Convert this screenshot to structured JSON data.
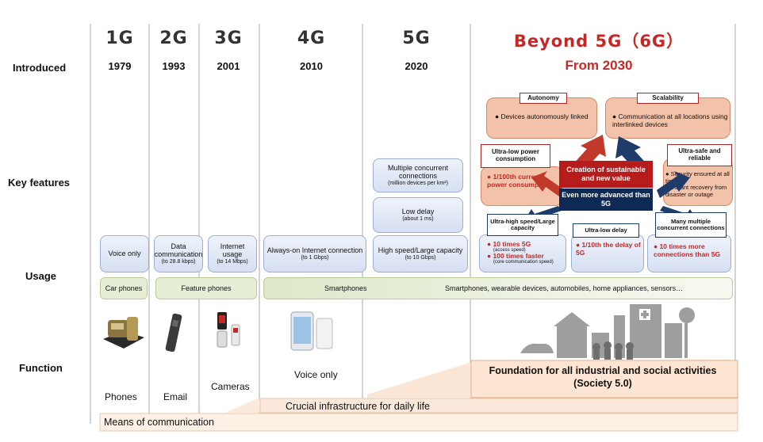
{
  "generations": [
    {
      "name": "1G",
      "year": "1979"
    },
    {
      "name": "2G",
      "year": "1993"
    },
    {
      "name": "3G",
      "year": "2001"
    },
    {
      "name": "4G",
      "year": "2010"
    },
    {
      "name": "5G",
      "year": "2020"
    },
    {
      "name": "Beyond 5G（6G）",
      "year": "From 2030"
    }
  ],
  "row_labels": {
    "introduced": "Introduced",
    "key_features": "Key features",
    "usage": "Usage",
    "function": "Function"
  },
  "usage": {
    "g1": "Voice only",
    "g2_main": "Data communication",
    "g2_sub": "(to 28.8 kbps)",
    "g3_main": "Internet usage",
    "g3_sub": "(to 14 Mbps)",
    "g4_main": "Always-on Internet connection",
    "g4_sub": "(to 1 Gbps)",
    "g5_main": "High speed/Large capacity",
    "g5_sub": "(to 10 Gbps)"
  },
  "features_5g": {
    "concurrent_main": "Multiple concurrent connections",
    "concurrent_sub": "(million devices per km²)",
    "delay_main": "Low delay",
    "delay_sub": "(about 1 ms)"
  },
  "devices": {
    "car_phones": "Car phones",
    "feature_phones": "Feature phones",
    "smartphones": "Smartphones",
    "future": "Smartphones, wearable devices, automobiles, home appliances, sensors…"
  },
  "functions": {
    "phones": "Phones",
    "email": "Email",
    "cameras": "Cameras",
    "voice_only": "Voice only",
    "foundation_line1": "Foundation for all industrial and social activities",
    "foundation_line2": "(Society 5.0)",
    "crucial": "Crucial infrastructure for daily life",
    "means": "Means of communication"
  },
  "beyond5g": {
    "autonomy_title": "Autonomy",
    "autonomy_text": "Devices autonomously linked",
    "scalability_title": "Scalability",
    "scalability_text": "Communication at all locations using interlinked devices",
    "power_title": "Ultra-low power consumption",
    "power_text": "1/100th current power consumption",
    "safe_title": "Ultra-safe and reliable",
    "safe_text1": "Security ensured at all times",
    "safe_text2": "Instant recovery from disaster or outage",
    "center_top": "Creation of sustainable and new value",
    "center_bottom": "Even more advanced than 5G",
    "speed_title": "Ultra-high speed/Large capacity",
    "speed_text1": "10 times 5G",
    "speed_sub1": "(access speed)",
    "speed_text2": "100 times faster",
    "speed_sub2": "(core communication speed)",
    "delay_title": "Ultra-low delay",
    "delay_text": "1/10th the delay of 5G",
    "conn_title": "Many multiple concurrent connections",
    "conn_text": "10 times more connections than 5G"
  },
  "colors": {
    "accent_red": "#c62828",
    "navy": "#1a3a6a",
    "peach": "#f3c3a9",
    "blue_box": "#d6e0f2",
    "green_box": "#e6eed6"
  }
}
